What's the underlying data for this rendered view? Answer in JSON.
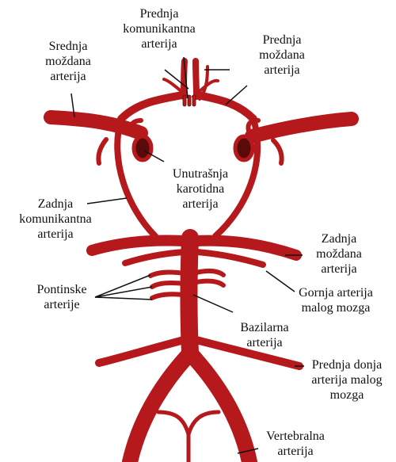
{
  "colors": {
    "artery": "#b5191b",
    "artery_dark": "#5a0a0a",
    "outline": "#5b0e0e",
    "leader": "#111111",
    "text": "#111111",
    "background": "#ffffff"
  },
  "labels": {
    "prednja_komunikantna": [
      "Prednja",
      "komunikantna",
      "arterija"
    ],
    "srednja_mozdana": [
      "Srednja",
      "moždana",
      "arterija"
    ],
    "prednja_mozdana": [
      "Prednja",
      "moždana",
      "arterija"
    ],
    "unutrasnja_karotidna": [
      "Unutrašnja",
      "karotidna",
      "arterija"
    ],
    "zadnja_komunikantna": [
      "Zadnja",
      "komunikantna",
      "arterija"
    ],
    "zadnja_mozdana": [
      "Zadnja",
      "moždana",
      "arterija"
    ],
    "pontinske": [
      "Pontinske",
      "arterije"
    ],
    "gornja_arterija": [
      "Gornja arterija",
      "malog mozga"
    ],
    "bazilarna": [
      "Bazilarna",
      "arterija"
    ],
    "prednja_donja": [
      "Prednja donja",
      "arterija malog",
      "mozga"
    ],
    "vertebralna": [
      "Vertebralna",
      "arterija"
    ]
  }
}
